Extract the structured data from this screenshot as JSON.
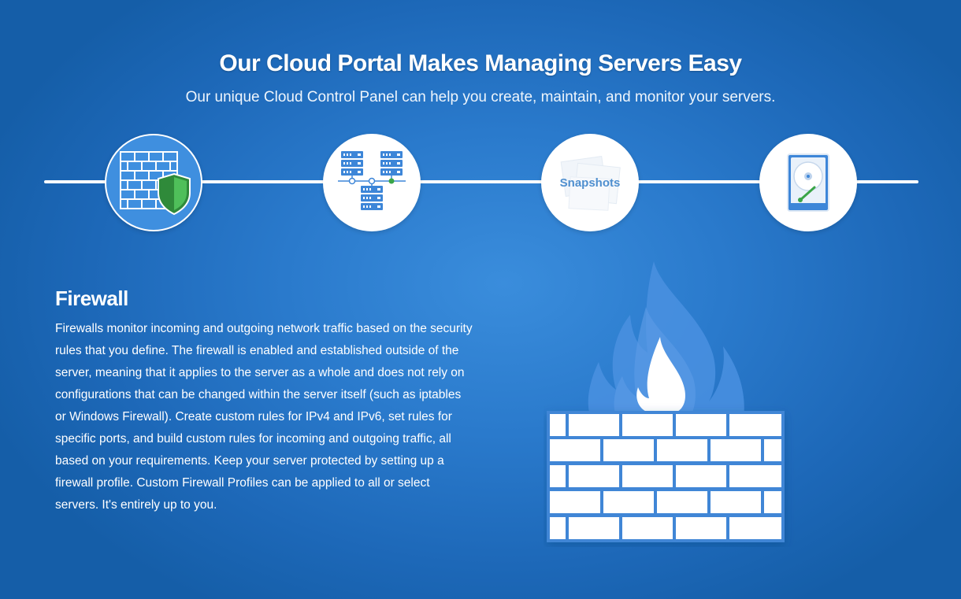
{
  "header": {
    "title": "Our Cloud Portal Makes Managing Servers Easy",
    "subtitle": "Our unique Cloud Control Panel can help you create, maintain, and monitor your servers."
  },
  "features": {
    "active": "firewall",
    "items": [
      {
        "id": "firewall",
        "icon": "firewall-shield-icon"
      },
      {
        "id": "servers",
        "icon": "server-network-icon"
      },
      {
        "id": "snapshots",
        "icon": "snapshots-icon",
        "label": "Snapshots"
      },
      {
        "id": "backups",
        "icon": "hard-drive-backup-icon"
      }
    ]
  },
  "section": {
    "title": "Firewall",
    "body": "Firewalls monitor incoming and outgoing network traffic based on the security rules that you define. The firewall is enabled and established outside of the server, meaning that it applies to the server as a whole and does not rely on configurations that can be changed within the server itself (such as iptables or Windows Firewall). Create custom rules for IPv4 and IPv6, set rules for specific ports, and build custom rules for incoming and outgoing traffic, all based on your requirements. Keep your server protected by setting up a firewall profile. Custom Firewall Profiles can be applied to all or select servers. It's entirely up to you.",
    "illustration_icon": "flaming-brick-wall-icon"
  },
  "colors": {
    "background": "#2a7acc",
    "active_node": "#3f8fdf",
    "shield_green": "#3aa548",
    "flame_blue": "#4a90e0"
  }
}
